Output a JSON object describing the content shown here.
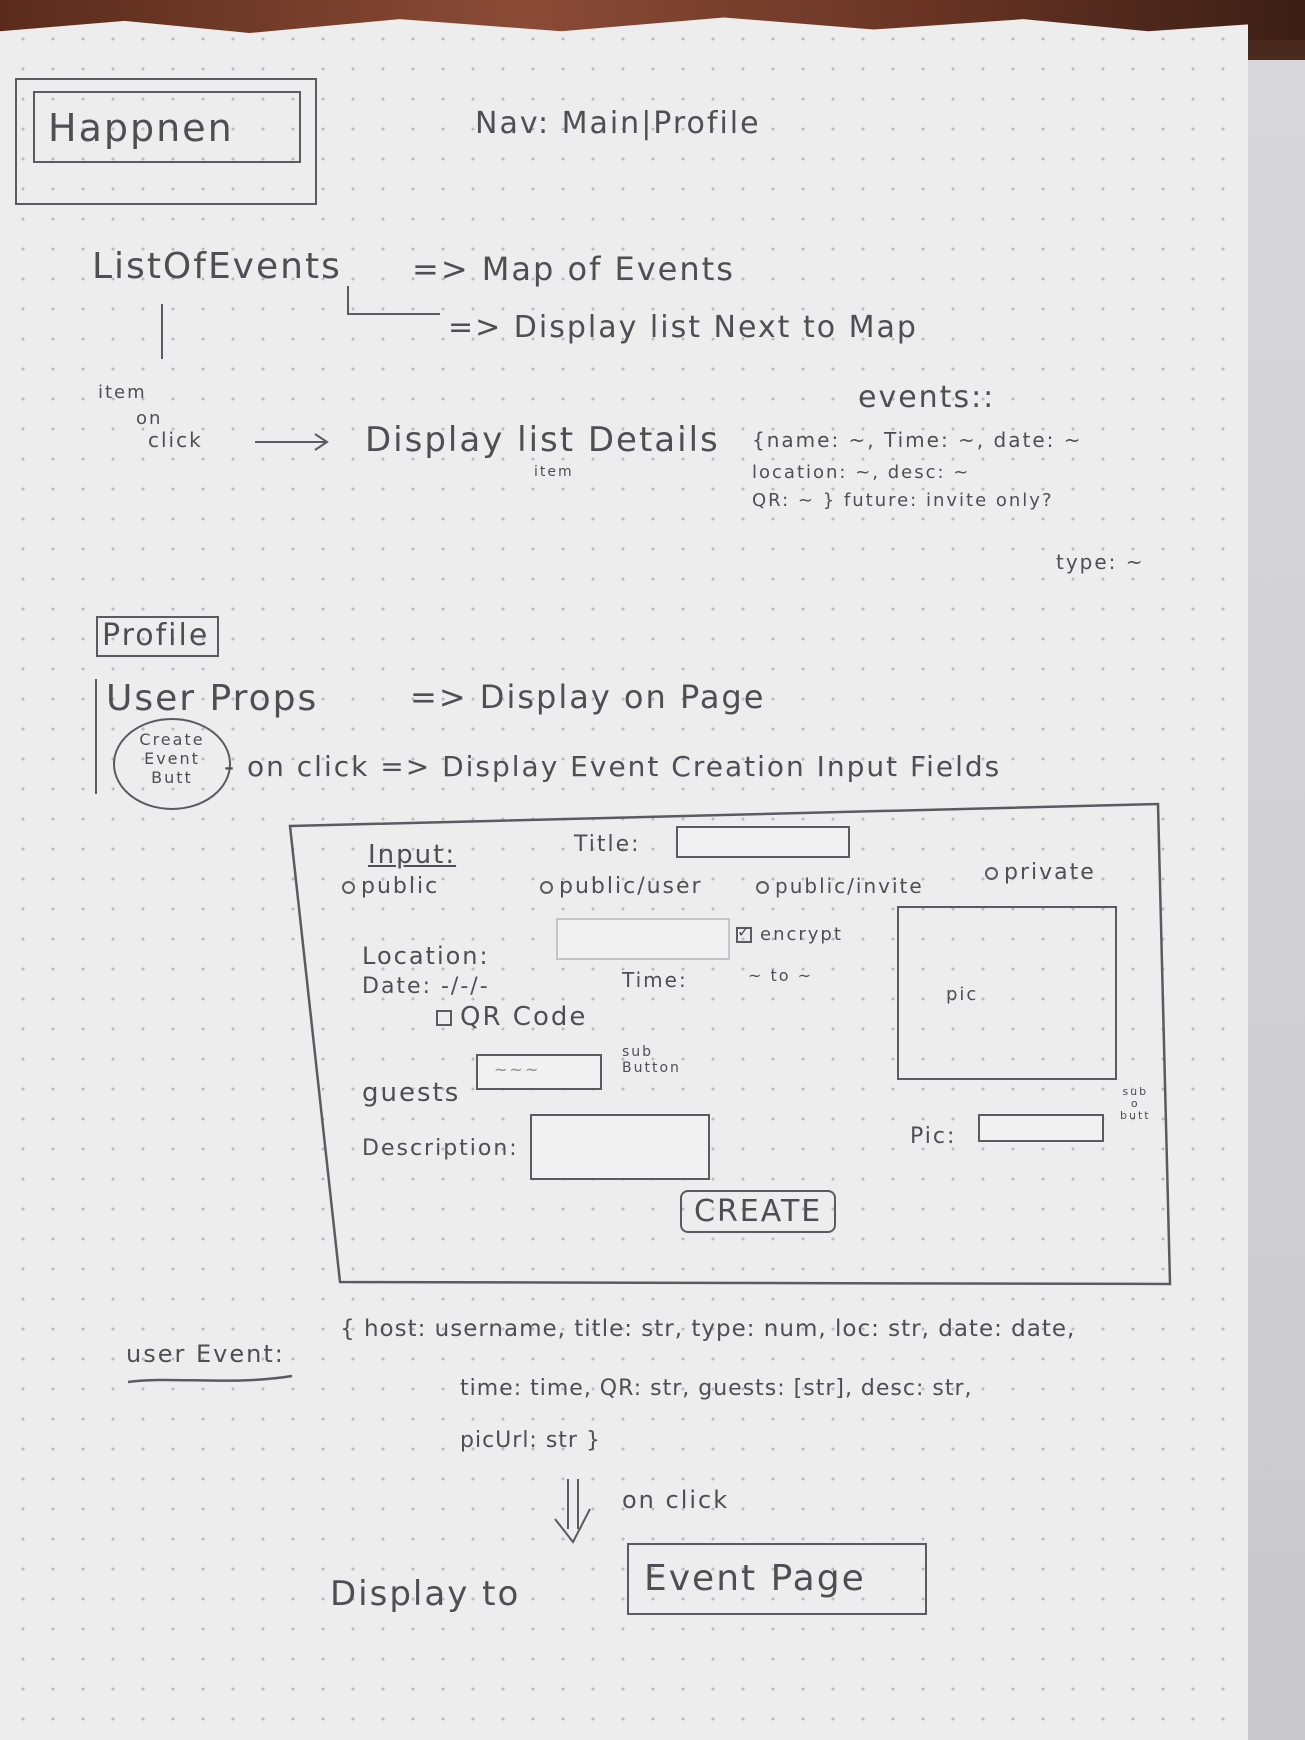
{
  "app": {
    "name": "Happnen",
    "nav": "Nav: Main|Profile"
  },
  "flow": {
    "list_of_events": "ListOfEvents",
    "arrow_map": "=> Map of Events",
    "arrow_list_next": "=> Display list Next to Map",
    "item_label": "item",
    "on_label": "on",
    "click_label": "click",
    "display_list_details": "Display list Details",
    "item_sub": "item"
  },
  "events_model": {
    "label": "events::",
    "fields_line1": "{name: ~, Time: ~, date: ~",
    "fields_line2": "location: ~, desc: ~",
    "fields_line3": "QR: ~ } future: invite only?",
    "type": "type: ~"
  },
  "profile": {
    "label": "Profile",
    "user_props": "User Props",
    "user_props_arrow": "=> Display on Page",
    "create_button": [
      "Create",
      "Event",
      "Butt"
    ],
    "on_click_display": "- on click => Display Event Creation Input Fields"
  },
  "form": {
    "input_label": "Input:",
    "public": "public",
    "title_label": "Title:",
    "public_user": "public/user",
    "public_invite": "public/invite",
    "private": "private",
    "location_label": "Location:",
    "encrypt_label": "encrypt",
    "date_label": "Date: -/-/-",
    "time_label": "Time:",
    "time_range": "~ to ~",
    "qr_code_label": "QR Code",
    "sub_button": [
      "sub",
      "Button"
    ],
    "guests_label": "guests",
    "guests_value": "~~~",
    "description_label": "Description:",
    "pic_box_label": "pic",
    "pic_label": "Pic:",
    "pic_sub_butt": [
      "sub",
      "o",
      "butt"
    ],
    "create_button": "CREATE"
  },
  "user_event": {
    "label": "user Event:",
    "line1": "{ host: username, title: str, type: num, loc: str, date: date,",
    "line2": "time: time, QR: str, guests: [str], desc: str,",
    "line3": "picUrl: str }",
    "on_click": "on click",
    "display_to": "Display to",
    "event_page": "Event Page"
  },
  "colors": {
    "ink": "#4e4e54",
    "paper": "#ededee",
    "dots": "#b9b9bf"
  }
}
